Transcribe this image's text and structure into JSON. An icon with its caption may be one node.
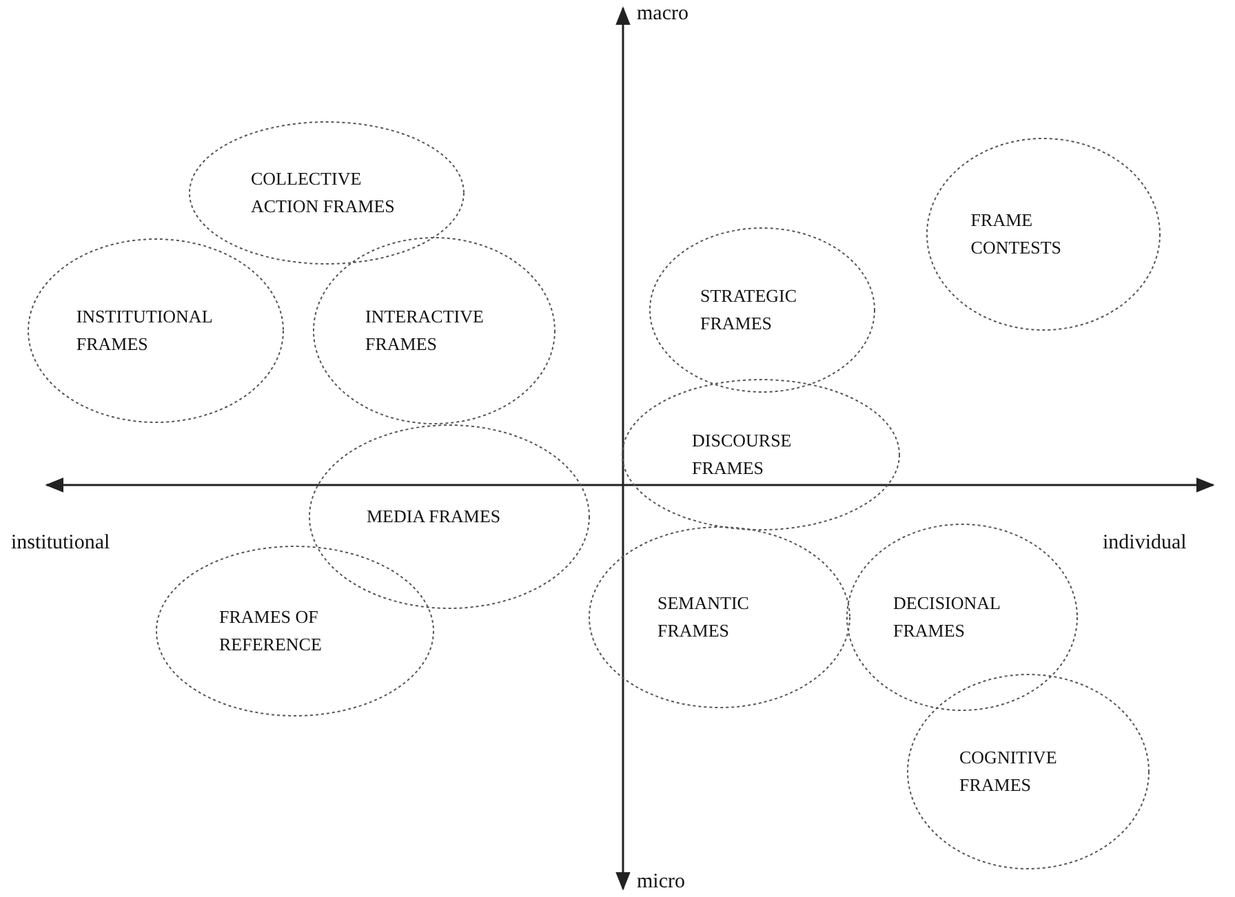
{
  "diagram": {
    "nodes": [
      {
        "text": [
          "COLLECTIVE ACTION FRAMES"
        ]
      },
      {
        "text": [
          "FRAME CONTESTS"
        ]
      },
      {
        "text": [
          "STRATEGIC FRAMES"
        ]
      },
      {
        "text": [
          "INSTITUTIONAL FRAMES"
        ]
      },
      {
        "text": [
          "INTERACTIVE FRAMES"
        ]
      },
      {
        "text": [
          "DISCOURSE FRAMES"
        ]
      },
      {
        "text": [
          "MEDIA FRAMES"
        ]
      },
      {
        "text": [
          "FRAMES OF REFERENCE"
        ]
      },
      {
        "text": [
          "SEMANTIC FRAMES"
        ]
      },
      {
        "text": [
          "DECISIONAL FRAMES"
        ]
      },
      {
        "text": [
          "COGNITIVE FRAMES"
        ]
      }
    ],
    "edges": [],
    "labels": [
      "macro",
      "institutional",
      "individual",
      "micro"
    ]
  }
}
